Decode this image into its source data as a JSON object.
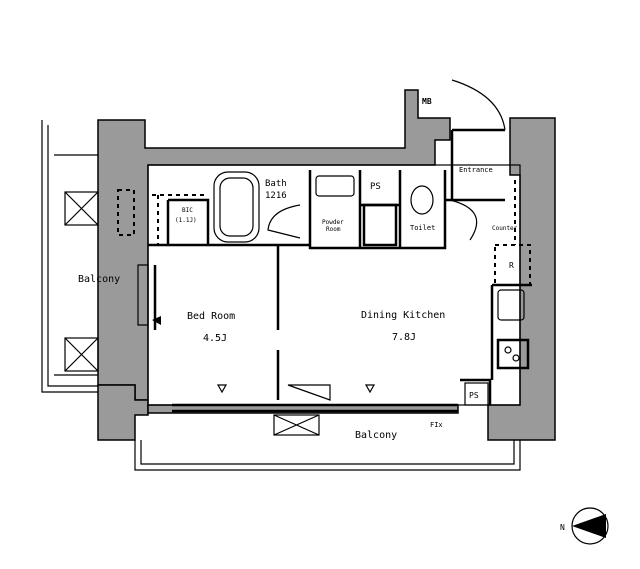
{
  "floorplan": {
    "rooms": {
      "mb": "MB",
      "entrance": "Entrance",
      "bath": "Bath",
      "bath_size": "1216",
      "ps_top": "PS",
      "bic": "BIC",
      "bic_size": "(1.1J)",
      "powder_room_1": "Powder",
      "powder_room_2": "Room",
      "toilet": "Toilet",
      "counter": "Counter",
      "refrigerator": "R",
      "balcony_left": "Balcony",
      "bed_room": "Bed Room",
      "bed_room_size": "4.5J",
      "dining_kitchen": "Dining Kitchen",
      "dining_kitchen_size": "7.8J",
      "ps_bottom": "PS",
      "balcony_bottom": "Balcony",
      "fix_window": "FIx"
    },
    "compass": {
      "label": "N",
      "icon": "north-arrow-icon"
    },
    "colors": {
      "wall": "#9a9a9a",
      "line": "#000000"
    }
  }
}
